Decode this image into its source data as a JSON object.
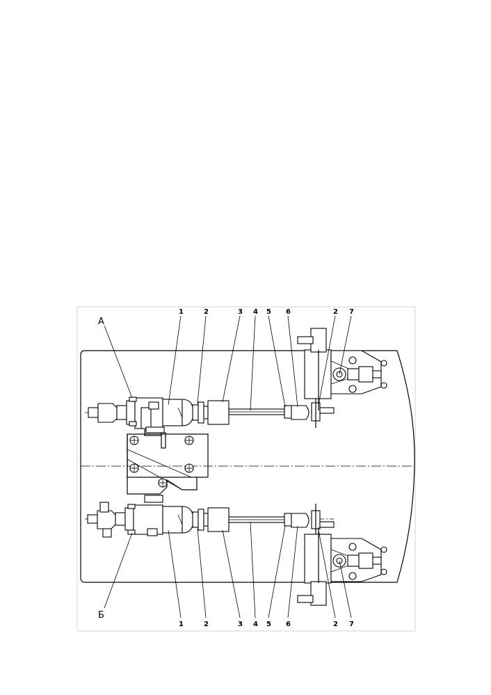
{
  "labels": {
    "view_a": "А",
    "view_b": "Б",
    "top": [
      "1",
      "2",
      "3",
      "4",
      "5",
      "6",
      "2",
      "7"
    ],
    "bottom": [
      "1",
      "2",
      "3",
      "4",
      "5",
      "6",
      "2",
      "7"
    ]
  },
  "colors": {
    "line": "#000000",
    "paper": "#ffffff",
    "frame": "#cccccc"
  }
}
